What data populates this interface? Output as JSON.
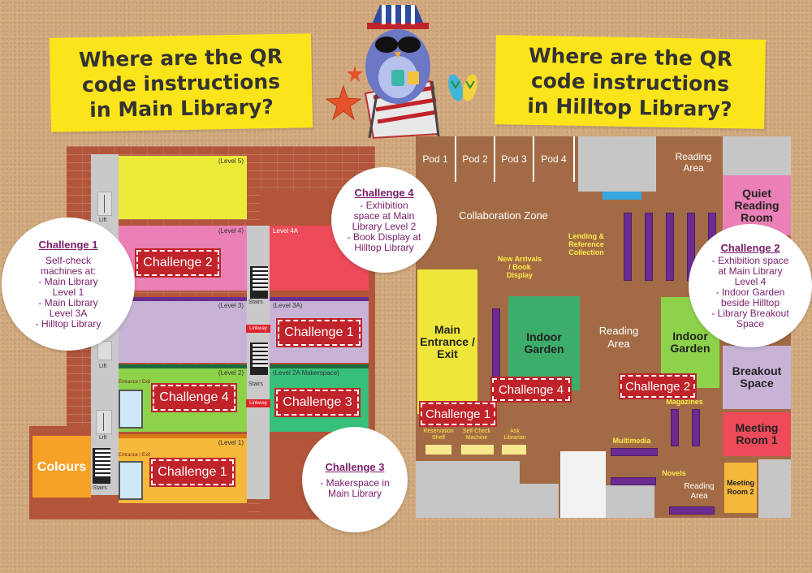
{
  "banners": {
    "main": "Where are the QR code instructions in Main Library?",
    "hilltop": "Where are the QR code instructions in Hilltop Library?"
  },
  "main_library": {
    "levels": {
      "l5": "(Level 5)",
      "l4": "(Level 4)",
      "l4a": "Level 4A",
      "l3": "(Level 3)",
      "l3a": "(Level 3A)",
      "l2": "(Level 2)",
      "l2a": "(Level 2A Makerspace)",
      "l1": "(Level 1)"
    },
    "lift": "Lift",
    "stairs": "Stairs",
    "linkway": "Linkway",
    "entrance": "Entrance / Exit",
    "colours": "Colours",
    "tags": {
      "c2": "Challenge 2",
      "c1a": "Challenge 1",
      "c4": "Challenge 4",
      "c3": "Challenge 3",
      "c1b": "Challenge 1"
    }
  },
  "hilltop_library": {
    "pods": [
      "Pod 1",
      "Pod 2",
      "Pod 3",
      "Pod 4"
    ],
    "reading_area_top": "Reading Area",
    "quiet_reading": "Quiet Reading Room",
    "collaboration": "Collaboration Zone",
    "lending": "Lending & Reference Collection",
    "new_arrivals": "New Arrivals / Book Display",
    "main_entrance": "Main Entrance / Exit",
    "indoor_garden_1": "Indoor Garden",
    "indoor_garden_2": "Indoor Garden",
    "reading_area_mid": "Reading Area",
    "breakout": "Breakout Space",
    "meeting1": "Meeting Room 1",
    "meeting2": "Meeting Room 2",
    "magazines": "Magazines",
    "multimedia": "Multimedia",
    "novels": "Novels",
    "reading_area_bottom": "Reading Area",
    "reservation": "Reservation Shelf",
    "self_check": "Self-Check Machine",
    "ask_librarian": "Ask Librarian",
    "tags": {
      "c1": "Challenge 1",
      "c4": "Challenge 4",
      "c2": "Challenge 2"
    }
  },
  "callouts": {
    "c1": {
      "title": "Challenge 1",
      "body": "Self-check\nmachines at:\n- Main Library\nLevel 1\n- Main Library\nLevel 3A\n- Hilltop Library"
    },
    "c4": {
      "title": "Challenge 4",
      "body": "- Exhibition\nspace at Main\nLibrary Level 2\n- Book Display at\nHilltop Library"
    },
    "c2": {
      "title": "Challenge 2",
      "body": "- Exhibition space\nat Main Library\nLevel 4\n- Indoor Garden\nbeside Hilltop\n- Library Breakout\nSpace"
    },
    "c3": {
      "title": "Challenge 3",
      "body": "- Makerspace in\nMain Library"
    }
  }
}
